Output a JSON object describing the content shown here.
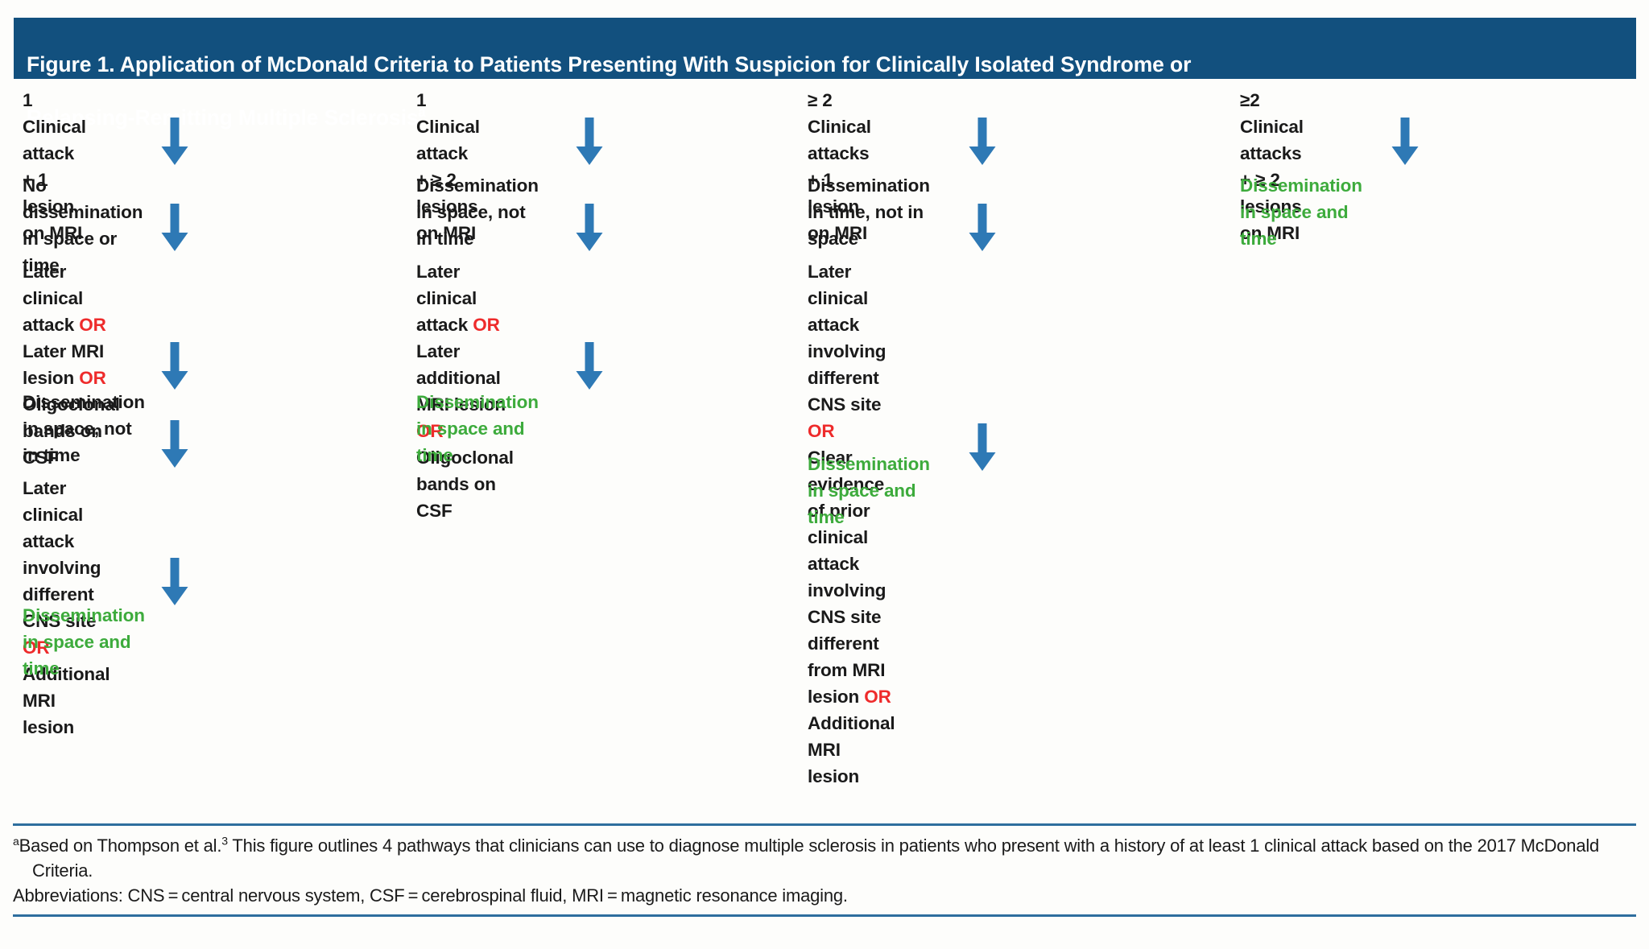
{
  "figure": {
    "title_line1": "Figure 1. Application of McDonald Criteria to Patients Presenting With Suspicion for Clinically Isolated Syndrome or",
    "title_line2": "Relapsing-Remitting Multiple Sclerosis",
    "title_superscript": "a",
    "header_color": "#12507E",
    "arrow_color": "#2E79B5",
    "green_color": "#3DAB3C",
    "or_color": "#EE2B2B",
    "rule_color": "#2E6E9E"
  },
  "columns": [
    {
      "id": "pathway-1",
      "nodes": [
        {
          "text": "1 Clinical attack + 1 lesion on MRI",
          "style": "black"
        },
        {
          "text": "No dissemination in space or time",
          "style": "black"
        },
        {
          "text": "Later clinical attack |OR|\nLater MRI lesion |OR|\nOligoclonal bands on CSF",
          "style": "black"
        },
        {
          "text": "Dissemination in space, not in time",
          "style": "black"
        },
        {
          "text": "Later clinical attack involving\ndifferent CNS site |OR|\nAdditional MRI lesion",
          "style": "black"
        },
        {
          "text": "Dissemination in space and time",
          "style": "green"
        }
      ]
    },
    {
      "id": "pathway-2",
      "nodes": [
        {
          "text": "1 Clinical attack + ≥ 2 lesions on MRI",
          "style": "black"
        },
        {
          "text": "Dissemination in space, not in time",
          "style": "black"
        },
        {
          "text": "Later clinical attack |OR|\nLater additional MRI lesion |OR|\nOligoclonal bands on CSF",
          "style": "black"
        },
        {
          "text": "Dissemination in space and time",
          "style": "green"
        }
      ]
    },
    {
      "id": "pathway-3",
      "nodes": [
        {
          "text": "≥ 2 Clinical attacks + 1 lesion on MRI",
          "style": "black"
        },
        {
          "text": "Dissemination in time, not in space",
          "style": "black"
        },
        {
          "text": "Later clinical attack involving different\nCNS site |OR|\nClear evidence of prior clinical attack\ninvolving CNS site different from MRI\nlesion |OR|\nAdditional MRI lesion",
          "style": "black"
        },
        {
          "text": "Dissemination in space and time",
          "style": "green"
        }
      ]
    },
    {
      "id": "pathway-4",
      "nodes": [
        {
          "text": "≥2 Clinical attacks + ≥ 2 lesions on MRI",
          "style": "black"
        },
        {
          "text": "Dissemination in space and time",
          "style": "green"
        }
      ]
    }
  ],
  "footnotes": {
    "marker": "a",
    "line1_part1": "Based on Thompson et al.",
    "line1_superscript": "3",
    "line1_part2": " This figure outlines 4 pathways that clinicians can use to diagnose multiple sclerosis in patients who present with a history of at least 1 clinical attack based on the 2017 McDonald Criteria.",
    "abbreviations": "Abbreviations: CNS = central nervous system, CSF = cerebrospinal fluid, MRI = magnetic resonance imaging."
  }
}
